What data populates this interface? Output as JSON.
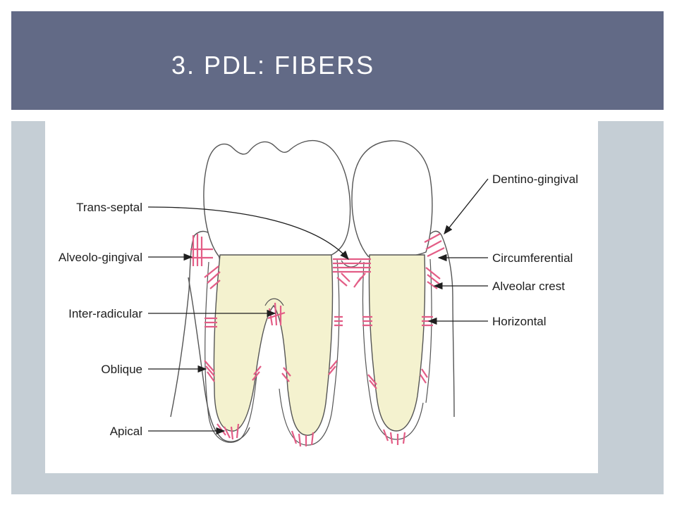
{
  "slide": {
    "title": "3. PDL: FIBERS"
  },
  "colors": {
    "header_bg": "#626a86",
    "frame_bg": "#c5ced5",
    "root_fill": "#f4f2cf",
    "fiber": "#e35d86",
    "outline": "#555555"
  },
  "diagram": {
    "labels_left": {
      "trans_septal": "Trans-septal",
      "alveolo_gingival": "Alveolo-gingival",
      "inter_radicular": "Inter-radicular",
      "oblique": "Oblique",
      "apical": "Apical"
    },
    "labels_right": {
      "dentino_gingival": "Dentino-gingival",
      "circumferential": "Circumferential",
      "alveolar_crest": "Alveolar crest",
      "horizontal": "Horizontal"
    }
  }
}
